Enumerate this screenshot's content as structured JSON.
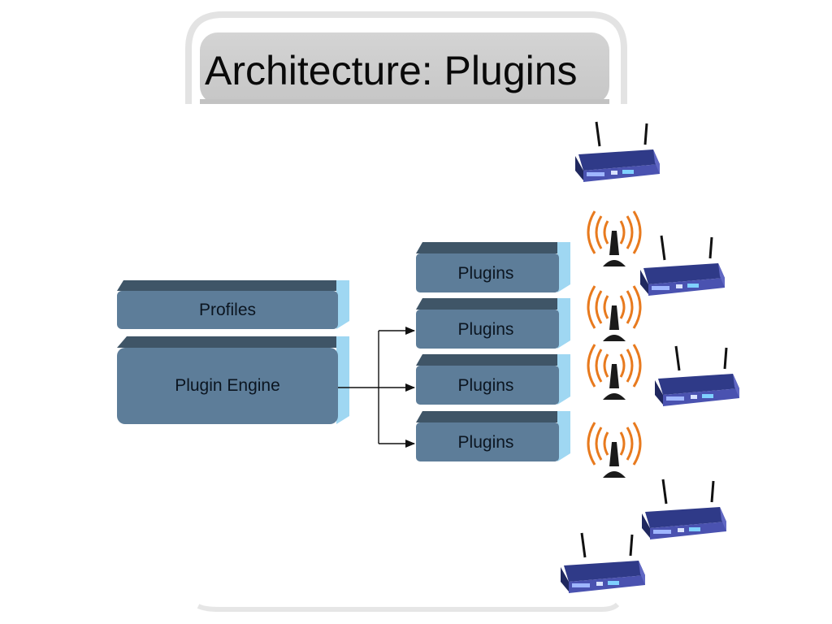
{
  "slide": {
    "title": "Architecture: Plugins"
  },
  "diagram": {
    "profiles_label": "Profiles",
    "engine_label": "Plugin Engine",
    "plugins": [
      {
        "label": "Plugins"
      },
      {
        "label": "Plugins"
      },
      {
        "label": "Plugins"
      },
      {
        "label": "Plugins"
      }
    ]
  },
  "colors": {
    "box_front": "#5d7d99",
    "box_top": "#3f5567",
    "box_side": "#9fd7f2",
    "router_body": "#4a52b0",
    "signal_wave": "#e87a1e"
  },
  "icons": {
    "router": "wireless-router-icon",
    "tower": "wireless-tower-icon"
  }
}
